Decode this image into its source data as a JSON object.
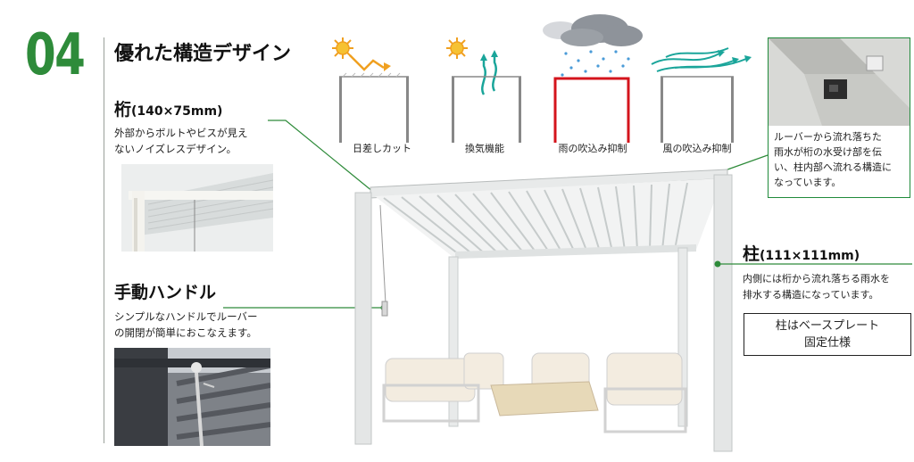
{
  "section_number": "04",
  "title": "優れた構造デザイン",
  "beam": {
    "name": "桁",
    "spec": "(140×75mm)",
    "desc_line1": "外部からボルトやビスが見え",
    "desc_line2": "ないノイズレスデザイン。"
  },
  "handle": {
    "name": "手動ハンドル",
    "desc_line1": "シンプルなハンドルでルーバー",
    "desc_line2": "の開閉が簡単におこなえます。"
  },
  "features": [
    {
      "label": "日差しカット",
      "icon": "sun-block-icon"
    },
    {
      "label": "換気機能",
      "icon": "ventilation-icon"
    },
    {
      "label": "雨の吹込み抑制",
      "icon": "rain-block-icon"
    },
    {
      "label": "風の吹込み抑制",
      "icon": "wind-block-icon"
    }
  ],
  "drain_note": {
    "line1": "ルーバーから流れ落ちた",
    "line2": "雨水が桁の水受け部を伝",
    "line3": "い、柱内部へ流れる構造に",
    "line4": "なっています。"
  },
  "post": {
    "name": "柱",
    "spec": "(111×111mm)",
    "desc_line1": "内側には桁から流れ落ちる雨水を",
    "desc_line2": "排水する構造になっています。"
  },
  "base_note": {
    "line1": "柱はベースプレート",
    "line2": "固定仕様"
  },
  "colors": {
    "brand_green": "#2e8b3a",
    "rain_red": "#d4141c",
    "wind_teal": "#1aa59a",
    "sun_orange": "#f0a020"
  }
}
